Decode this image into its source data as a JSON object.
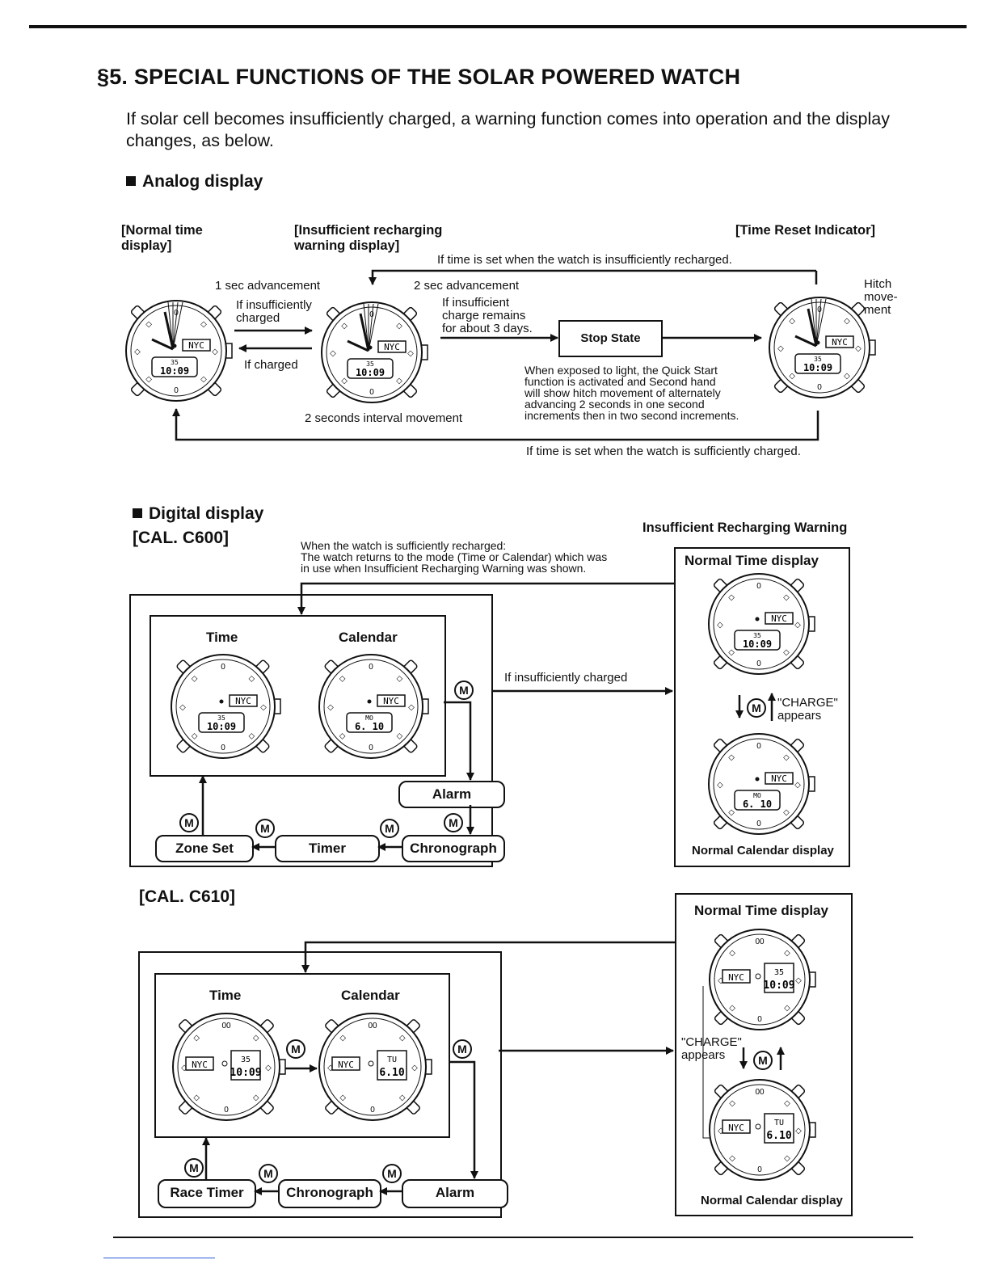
{
  "title": "§5. SPECIAL FUNCTIONS OF THE SOLAR POWERED WATCH",
  "intro": "If solar cell becomes insufficiently charged, a warning function comes into operation and the display changes, as below.",
  "analog": {
    "heading": "Analog display",
    "normal_label": "[Normal time display]",
    "normal_label_l1": "[Normal time",
    "normal_label_l2": "display]",
    "insufficient_label_l1": "[Insufficient recharging",
    "insufficient_label_l2": "warning display]",
    "reset_label": "[Time Reset Indicator]",
    "top_note": "If time is set when the watch is insufficiently recharged.",
    "bottom_note": "If time is set when the watch is sufficiently charged.",
    "sec1": "1 sec advancement",
    "sec2": "2 sec advancement",
    "if_insufficiently_charged_l1": "If insufficiently",
    "if_insufficiently_charged_l2": "charged",
    "if_charged": "If charged",
    "remains_l1": "If insufficient",
    "remains_l2": "charge remains",
    "remains_l3": "for about 3 days.",
    "stop_state": "Stop State",
    "two_sec_interval": "2 seconds interval movement",
    "quick_start_l1": "When exposed to light, the Quick Start",
    "quick_start_l2": "function is activated and Second hand",
    "quick_start_l3": "will show hitch movement of alternately",
    "quick_start_l4": "advancing 2 seconds in one second",
    "quick_start_l5": "increments then in two second increments.",
    "hitch_l1": "Hitch",
    "hitch_l2": "move-",
    "hitch_l3": "ment"
  },
  "digital": {
    "heading": "Digital display",
    "cal1": "[CAL. C600]",
    "cal2": "[CAL. C610]",
    "irw": "Insufficient Recharging Warning",
    "returns_l1": "When the watch is sufficiently recharged:",
    "returns_l2": "The watch returns to the mode (Time or Calendar) which was",
    "returns_l3": "in use when Insufficient Recharging Warning was shown.",
    "if_insufficiently_charged": "If insufficiently charged",
    "time": "Time",
    "calendar": "Calendar",
    "alarm": "Alarm",
    "zone_set": "Zone Set",
    "timer": "Timer",
    "chronograph": "Chronograph",
    "race_timer": "Race Timer",
    "m": "M",
    "normal_time_display": "Normal Time display",
    "normal_calendar_display": "Normal Calendar display",
    "charge_appears_l1": "\"CHARGE\"",
    "charge_appears_l2": "appears"
  },
  "watch_readouts": {
    "city": "NYC",
    "time_small": "35",
    "time_big": "10:09",
    "date_day": "MO",
    "date_day_c610": "TU",
    "date_big": "6. 10",
    "date_big_c610": "6.10",
    "bezel_zero": "0",
    "bezel_double_zero": "00"
  }
}
